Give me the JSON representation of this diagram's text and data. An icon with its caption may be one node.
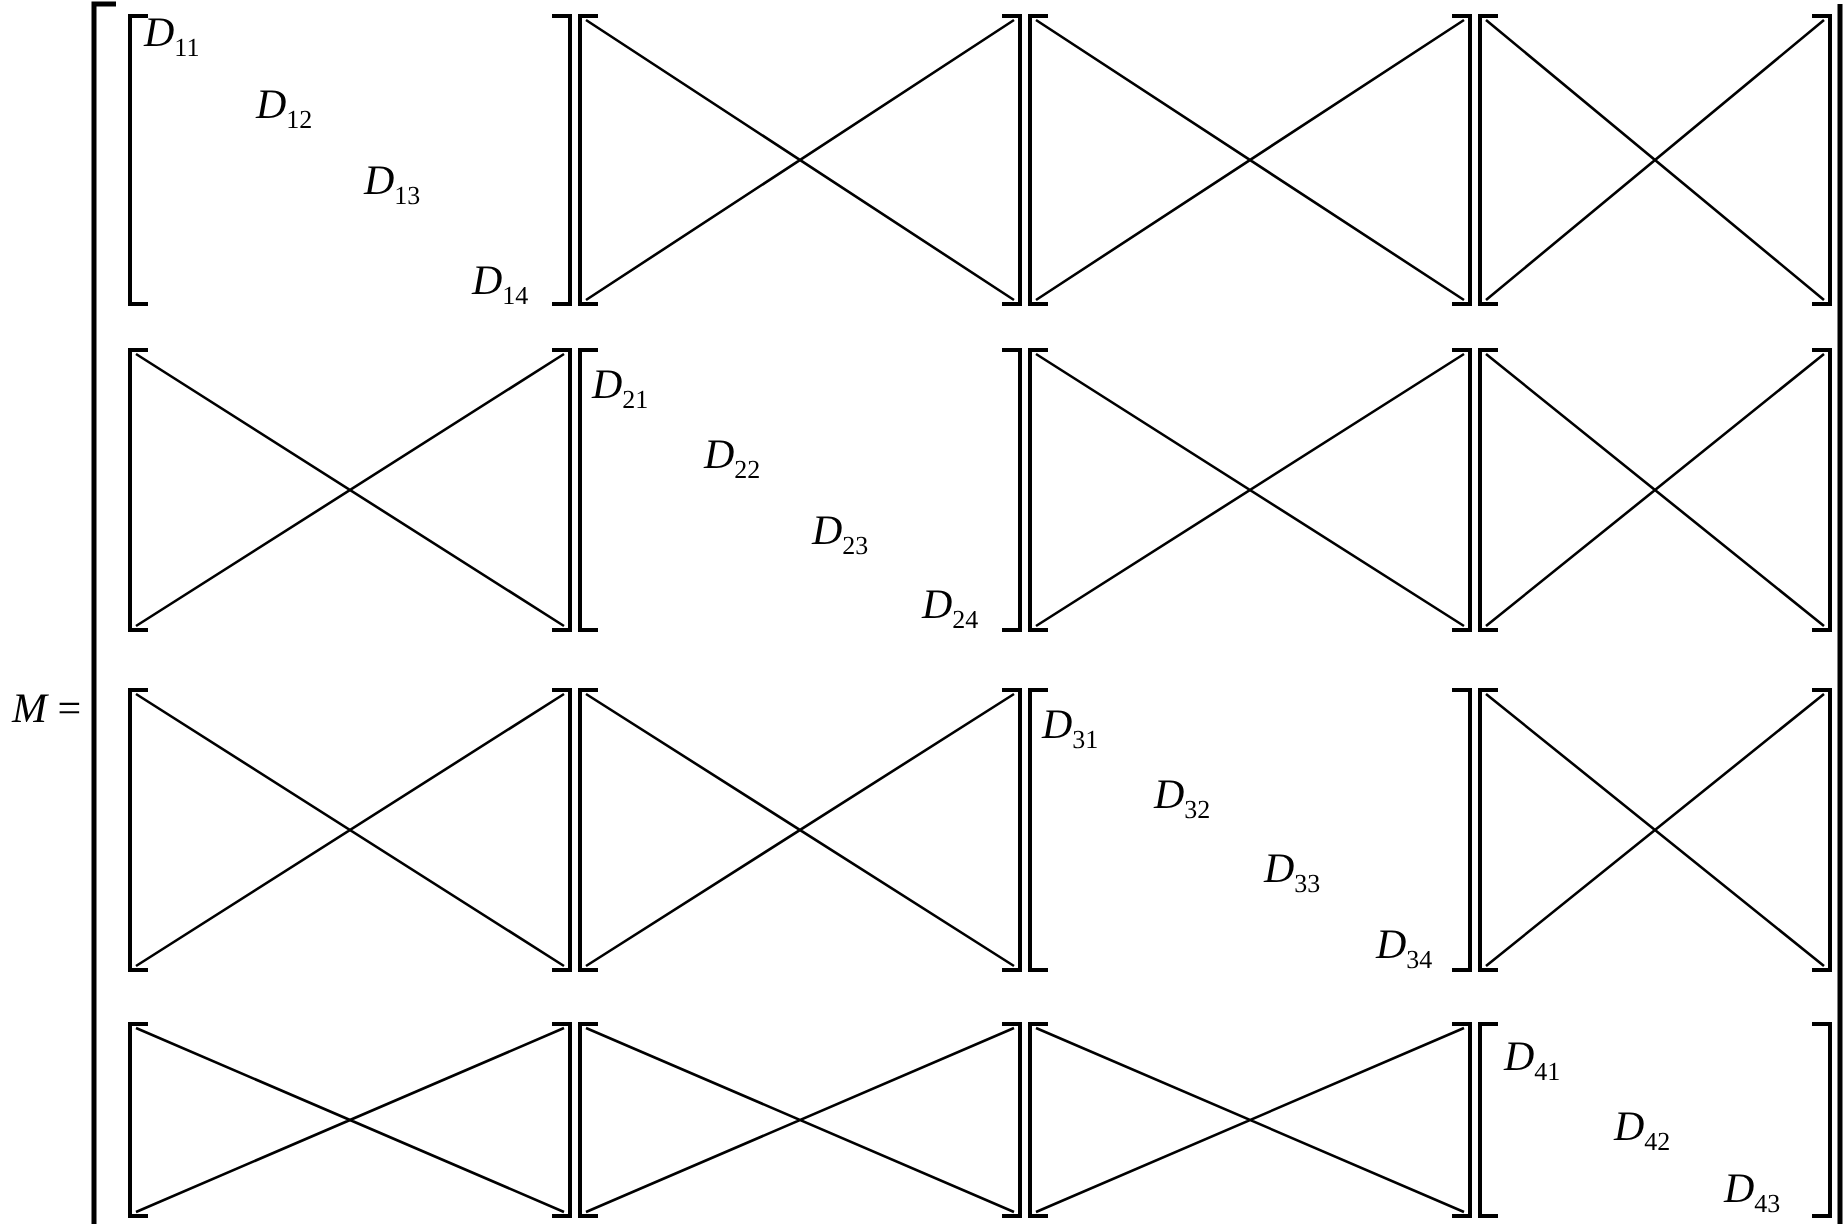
{
  "diagram": {
    "labels": [
      "*D*$_{11}$",
      "*D*$_{12}$",
      "*D*$_{13}$",
      "*D*$_{14}$",
      "*D*$_{21}$",
      "*D*$_{22}$",
      "*D*$_{23}$",
      "*D*$_{24}$",
      "*M* =",
      "*D*$_{31}$",
      "*D*$_{32}$",
      "*D*$_{33}$",
      "*D*$_{34}$",
      "*D*$_{41}$",
      "*D*$_{42}$",
      "*D*$_{43}$"
    ]
  }
}
